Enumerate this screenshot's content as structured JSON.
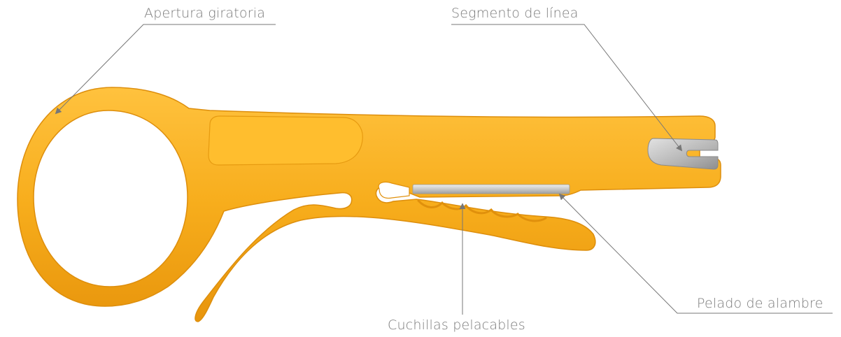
{
  "callouts": {
    "apertura": "Apertura giratoria",
    "segmento": "Segmento de línea",
    "pelado": "Pelado de alambre",
    "cuchillas": "Cuchillas pelacables"
  },
  "colors": {
    "tool_body": "#f7ad1c",
    "tool_shadow": "#e08e0a",
    "tool_highlight": "#ffc94a",
    "blade": "#c8c8c8",
    "leader_line": "#777777",
    "label_text": "#7b7b7b"
  }
}
